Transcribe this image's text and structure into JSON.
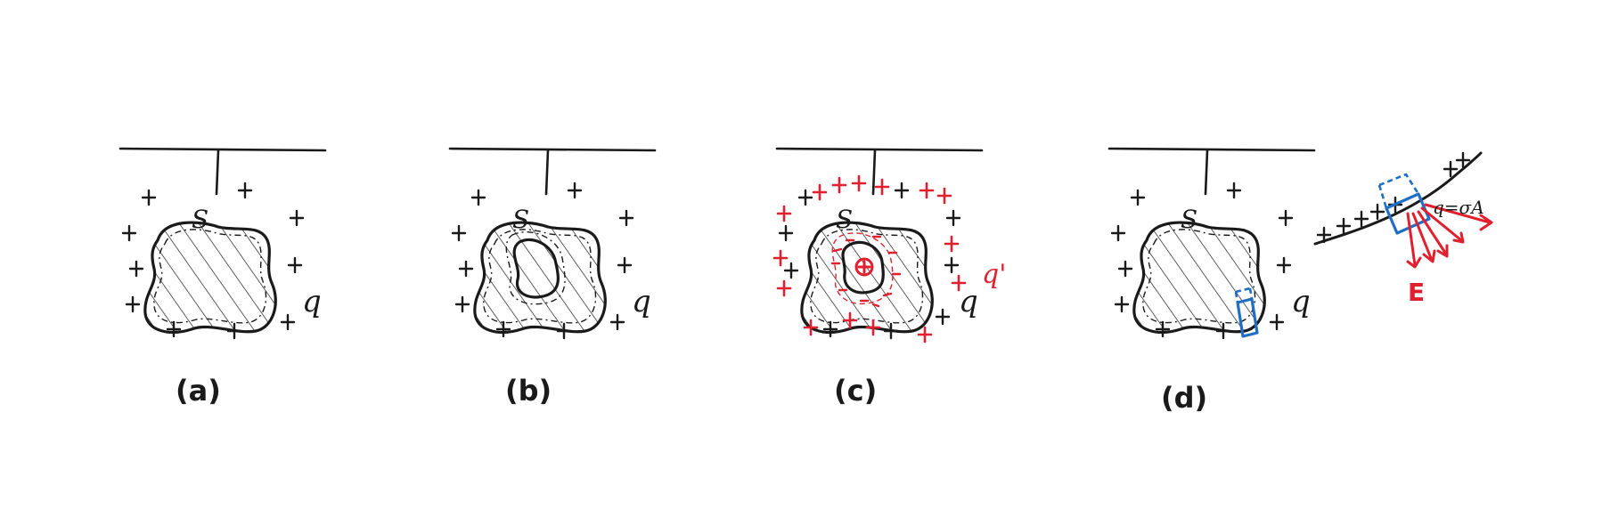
{
  "panels": [
    {
      "caption": "(a)",
      "surface_label": "S",
      "charge_label": "q"
    },
    {
      "caption": "(b)",
      "surface_label": "S",
      "charge_label": "q"
    },
    {
      "caption": "(c)",
      "surface_label": "S",
      "charge_label": "q",
      "induced_label": "q'"
    },
    {
      "caption": "(d)",
      "surface_label": "S",
      "charge_label": "q"
    }
  ],
  "detail": {
    "charge_formula": "q=σA",
    "field_label": "E"
  },
  "colors": {
    "ink": "#1a1a1a",
    "red": "#e0202f",
    "blue": "#1f6fc4"
  }
}
